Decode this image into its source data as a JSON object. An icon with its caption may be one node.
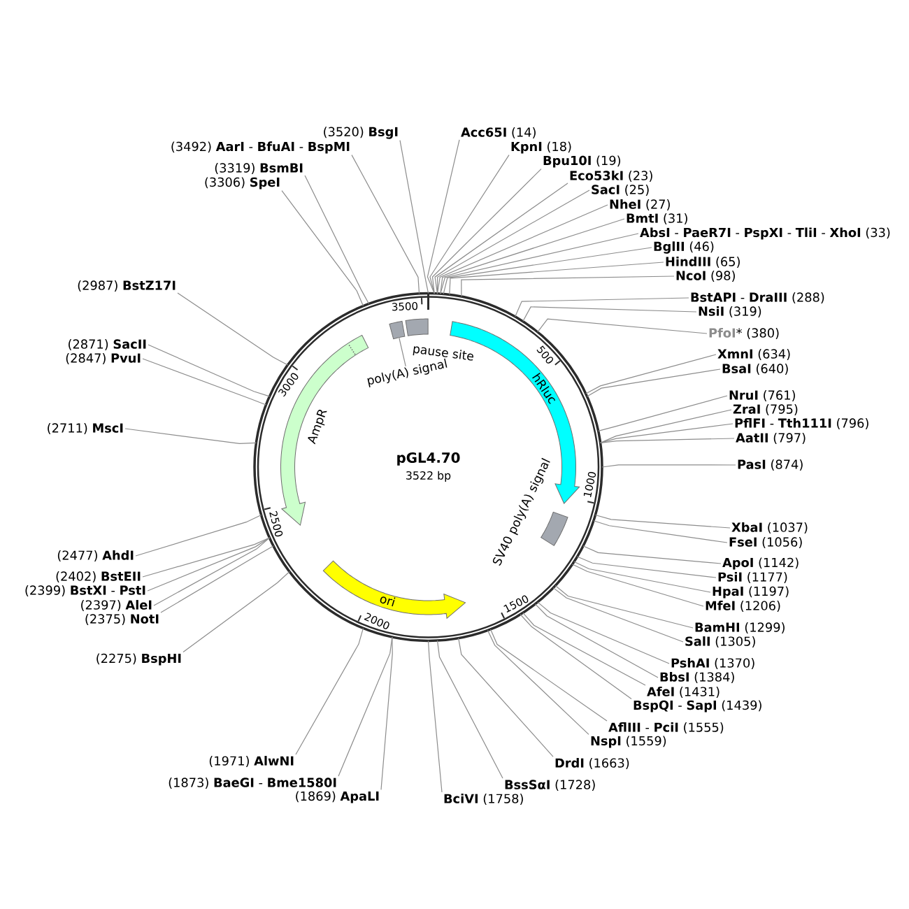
{
  "diagram": {
    "nodes": [
      {
        "text": [
          "pGL4.70",
          "3522 bp"
        ]
      },
      {
        "text": [
          "hRluc"
        ],
        "in": 0
      },
      {
        "text": [],
        "shape": "box",
        "beside": [
          "SV40 poly(A) signal"
        ],
        "in": 0
      },
      {
        "text": [
          "ori"
        ],
        "in": 0
      },
      {
        "text": [
          "AmpR"
        ],
        "in": 0
      },
      {
        "text": [],
        "shape": "box",
        "in": 0
      },
      {
        "text": [
          "poly(A) signal"
        ],
        "in": 0
      },
      {
        "text": [],
        "shape": "box",
        "in": 0
      },
      {
        "text": [
          "**Acc65I** (14)"
        ]
      },
      {
        "text": [
          "**KpnI** (18)"
        ]
      },
      {
        "text": [
          "**Bpu10I** (19)"
        ]
      },
      {
        "text": [
          "**Eco53kI** (23)"
        ]
      },
      {
        "text": [
          "**SacI** (25)"
        ]
      },
      {
        "text": [
          "**NheI** (27)"
        ]
      },
      {
        "text": [
          "**BmtI** (31)"
        ]
      },
      {
        "text": [
          "**AbsI** - **PaeR7I** - **PspXI** - **TliI** - **XhoI** (33)"
        ]
      },
      {
        "text": [
          "**BglII** (46)"
        ]
      },
      {
        "text": [
          "**HindIII** (65)"
        ]
      },
      {
        "text": [
          "**NcoI** (98)"
        ]
      },
      {
        "text": [
          "**BstAPI** - **DraIII** (288)"
        ]
      },
      {
        "text": [
          "**NsiI** (319)"
        ]
      },
      {
        "text": [
          "**PfoI*** (380)"
        ]
      },
      {
        "text": [
          "**XmnI** (634)"
        ]
      },
      {
        "text": [
          "**BsaI** (640)"
        ]
      },
      {
        "text": [
          "**NruI** (761)"
        ]
      },
      {
        "text": [
          "**ZraI** (795)"
        ]
      },
      {
        "text": [
          "**PflFI** - **Tth111I** (796)"
        ]
      },
      {
        "text": [
          "**AatII** (797)"
        ]
      },
      {
        "text": [
          "**PasI** (874)"
        ]
      },
      {
        "text": [
          "**XbaI** (1037)"
        ]
      },
      {
        "text": [
          "**FseI** (1056)"
        ]
      },
      {
        "text": [
          "**ApoI** (1142)"
        ]
      },
      {
        "text": [
          "**PsiI** (1177)"
        ]
      },
      {
        "text": [
          "**HpaI** (1197)"
        ]
      },
      {
        "text": [
          "**MfeI** (1206)"
        ]
      },
      {
        "text": [
          "**BamHI** (1299)"
        ]
      },
      {
        "text": [
          "**SalI** (1305)"
        ]
      },
      {
        "text": [
          "**PshAI** (1370)"
        ]
      },
      {
        "text": [
          "**BbsI** (1384)"
        ]
      },
      {
        "text": [
          "**AfeI** (1431)"
        ]
      },
      {
        "text": [
          "**BspQI** - **SapI** (1439)"
        ]
      },
      {
        "text": [
          "**AflIII** - **PciI** (1555)"
        ]
      },
      {
        "text": [
          "**NspI** (1559)"
        ]
      },
      {
        "text": [
          "**DrdI** (1663)"
        ]
      },
      {
        "text": [
          "**BssSαI** (1728)"
        ]
      },
      {
        "text": [
          "**BciVI** (1758)"
        ]
      },
      {
        "text": [
          "(1869) **ApaLI**"
        ]
      },
      {
        "text": [
          "(1873) **BaeGI** - **Bme1580I**"
        ]
      },
      {
        "text": [
          "(1971) **AlwNI**"
        ]
      },
      {
        "text": [
          "(2275) **BspHI**"
        ]
      },
      {
        "text": [
          "(2375) **NotI**"
        ]
      },
      {
        "text": [
          "(2397) **AleI**"
        ]
      },
      {
        "text": [
          "(2399) **BstXI** - **PstI**"
        ]
      },
      {
        "text": [
          "(2402) **BstEII**"
        ]
      },
      {
        "text": [
          "(2477) **AhdI**"
        ]
      },
      {
        "text": [
          "(2711) **MscI**"
        ]
      },
      {
        "text": [
          "(2847) **PvuI**"
        ]
      },
      {
        "text": [
          "(2871) **SacII**"
        ]
      },
      {
        "text": [
          "(2987) **BstZ17I**"
        ]
      },
      {
        "text": [
          "(3306) **SpeI**"
        ]
      },
      {
        "text": [
          "(3319) **BsmBI**"
        ]
      },
      {
        "text": [
          "(3492) **AarI** - **BfuAI** - **BspMI**"
        ]
      },
      {
        "text": [
          "(3520) **BsgI**"
        ]
      }
    ],
    "edges": [
      {
        "from": 8,
        "to": 0,
        "arrow": "none"
      },
      {
        "from": 9,
        "to": 0,
        "arrow": "none"
      },
      {
        "from": 10,
        "to": 0,
        "arrow": "none"
      },
      {
        "from": 11,
        "to": 0,
        "arrow": "none"
      },
      {
        "from": 12,
        "to": 0,
        "arrow": "none"
      },
      {
        "from": 13,
        "to": 0,
        "arrow": "none"
      },
      {
        "from": 14,
        "to": 0,
        "arrow": "none"
      },
      {
        "from": 15,
        "to": 0,
        "arrow": "none"
      },
      {
        "from": 16,
        "to": 0,
        "arrow": "none"
      },
      {
        "from": 17,
        "to": 0,
        "arrow": "none"
      },
      {
        "from": 18,
        "to": 0,
        "arrow": "none"
      },
      {
        "from": 19,
        "to": 0,
        "arrow": "none"
      },
      {
        "from": 20,
        "to": 0,
        "arrow": "none"
      },
      {
        "from": 21,
        "to": 0,
        "arrow": "none"
      },
      {
        "from": 22,
        "to": 0,
        "arrow": "none"
      },
      {
        "from": 23,
        "to": 0,
        "arrow": "none"
      },
      {
        "from": 24,
        "to": 0,
        "arrow": "none"
      },
      {
        "from": 25,
        "to": 0,
        "arrow": "none"
      },
      {
        "from": 26,
        "to": 0,
        "arrow": "none"
      },
      {
        "from": 27,
        "to": 0,
        "arrow": "none"
      },
      {
        "from": 28,
        "to": 0,
        "arrow": "none"
      },
      {
        "from": 29,
        "to": 0,
        "arrow": "none"
      },
      {
        "from": 30,
        "to": 0,
        "arrow": "none"
      },
      {
        "from": 31,
        "to": 0,
        "arrow": "none"
      },
      {
        "from": 32,
        "to": 0,
        "arrow": "none"
      },
      {
        "from": 33,
        "to": 0,
        "arrow": "none"
      },
      {
        "from": 34,
        "to": 0,
        "arrow": "none"
      },
      {
        "from": 35,
        "to": 0,
        "arrow": "none"
      },
      {
        "from": 36,
        "to": 0,
        "arrow": "none"
      },
      {
        "from": 37,
        "to": 0,
        "arrow": "none"
      },
      {
        "from": 38,
        "to": 0,
        "arrow": "none"
      },
      {
        "from": 39,
        "to": 0,
        "arrow": "none"
      },
      {
        "from": 40,
        "to": 0,
        "arrow": "none"
      },
      {
        "from": 41,
        "to": 0,
        "arrow": "none"
      },
      {
        "from": 42,
        "to": 0,
        "arrow": "none"
      },
      {
        "from": 43,
        "to": 0,
        "arrow": "none"
      },
      {
        "from": 44,
        "to": 0,
        "arrow": "none"
      },
      {
        "from": 45,
        "to": 0,
        "arrow": "none"
      },
      {
        "from": 46,
        "to": 0,
        "arrow": "none"
      },
      {
        "from": 47,
        "to": 0,
        "arrow": "none"
      },
      {
        "from": 48,
        "to": 0,
        "arrow": "none"
      },
      {
        "from": 49,
        "to": 0,
        "arrow": "none"
      },
      {
        "from": 50,
        "to": 0,
        "arrow": "none"
      },
      {
        "from": 51,
        "to": 0,
        "arrow": "none"
      },
      {
        "from": 52,
        "to": 0,
        "arrow": "none"
      },
      {
        "from": 53,
        "to": 0,
        "arrow": "none"
      },
      {
        "from": 54,
        "to": 0,
        "arrow": "none"
      },
      {
        "from": 55,
        "to": 0,
        "arrow": "none"
      },
      {
        "from": 56,
        "to": 0,
        "arrow": "none"
      },
      {
        "from": 57,
        "to": 0,
        "arrow": "none"
      },
      {
        "from": 58,
        "to": 0,
        "arrow": "none"
      },
      {
        "from": 59,
        "to": 0,
        "arrow": "none"
      },
      {
        "from": 60,
        "to": 0,
        "arrow": "none"
      },
      {
        "from": 61,
        "to": 0,
        "arrow": "none"
      },
      {
        "from": 62,
        "to": 0,
        "arrow": "none"
      },
      {
        "from": 6,
        "to": 5,
        "arrow": "none"
      }
    ],
    "labels": [
      "500",
      "1000",
      "1500",
      "2000",
      "2500",
      "3000",
      "3500",
      "pause site"
    ]
  }
}
